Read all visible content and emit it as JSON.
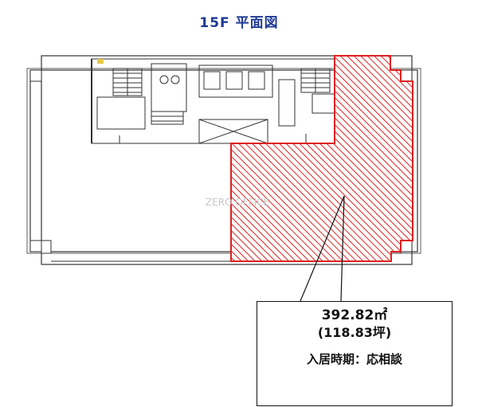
{
  "floor_title": "15F 平面図",
  "watermark": "ZERO OFFICE",
  "leased_area": {
    "area_sqm": "392.82㎡",
    "area_tsubo": "(118.83坪)",
    "availability": "入居時期：応相談"
  },
  "colors": {
    "title": "#1f3a93",
    "highlight": "#e02020",
    "wall": "#333333"
  }
}
